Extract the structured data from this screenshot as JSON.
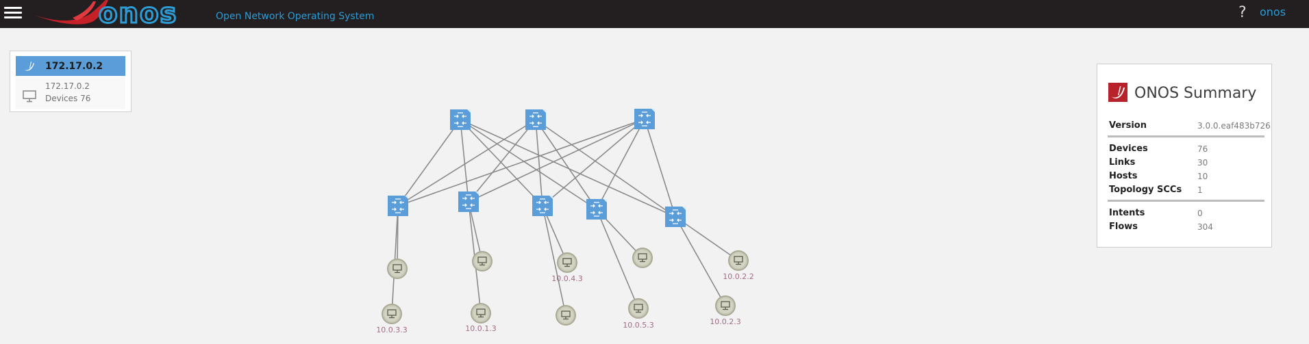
{
  "app": {
    "logo_text": "onos",
    "tagline": "Open Network Operating System",
    "help_label": "?",
    "user": "onos"
  },
  "instance_panel": {
    "header_ip": "172.17.0.2",
    "ip": "172.17.0.2",
    "devices": "Devices 76"
  },
  "summary": {
    "title": "ONOS Summary",
    "version_label": "Version",
    "version_value": "3.0.0.eaf483b726",
    "devices_label": "Devices",
    "devices_value": "76",
    "links_label": "Links",
    "links_value": "30",
    "hosts_label": "Hosts",
    "hosts_value": "10",
    "scc_label": "Topology SCCs",
    "scc_value": "1",
    "intents_label": "Intents",
    "intents_value": "0",
    "flows_label": "Flows",
    "flows_value": "304"
  },
  "topology": {
    "switch_color": "#5b9dd9",
    "host_color": "#c9c9b8",
    "link_color": "#8a8a8a",
    "host_label_color": "#a06a86",
    "host_labels": [
      "10.0.4.3",
      "10.0.2.2",
      "10.0.3.3",
      "10.0.1.3",
      "10.0.5.3",
      "10.0.2.3"
    ]
  }
}
